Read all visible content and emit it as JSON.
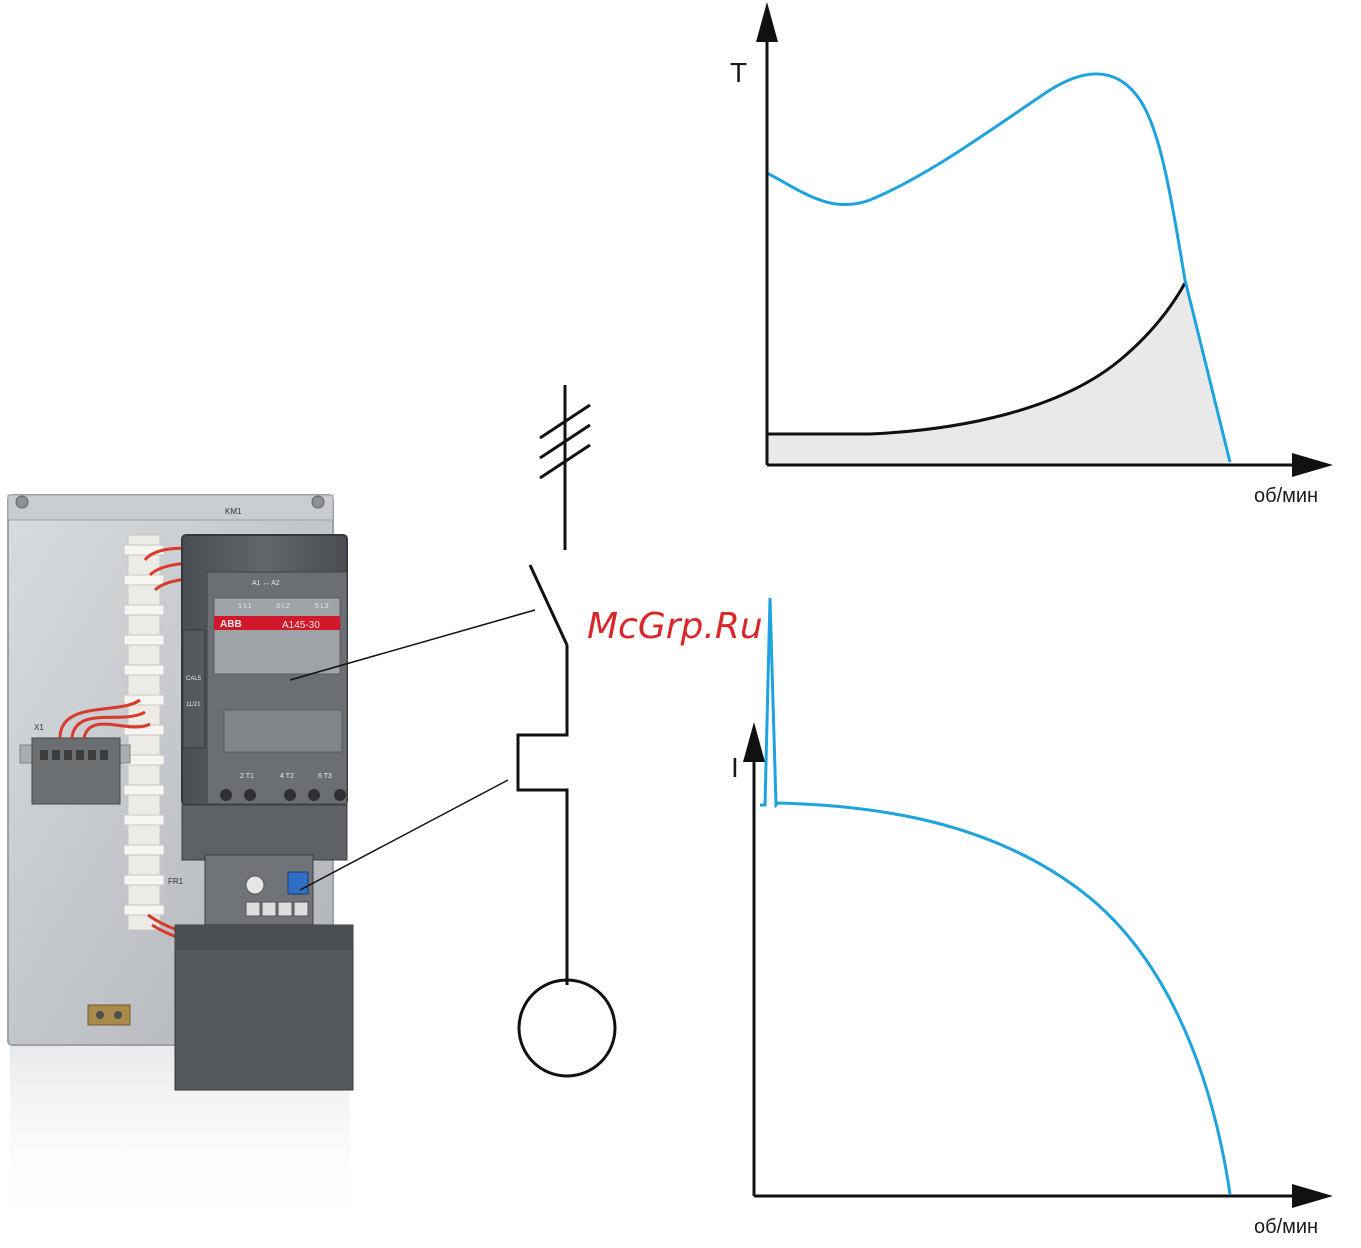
{
  "watermark": "McGrp.Ru",
  "torque_chart": {
    "y_label": "T",
    "x_label": "об/мин"
  },
  "current_chart": {
    "y_label": "I",
    "x_label": "об/мин"
  },
  "device": {
    "brand": "ABB",
    "model": "A145-30",
    "enclosure_tag": "KM1",
    "terminal_tag": "X1",
    "relay_tag": "FR1",
    "coil_terminals": "A1 ↔ A2",
    "top_terminals": [
      "1 L1",
      "3 L2",
      "5 L3"
    ],
    "bottom_terminals": [
      "2 T1",
      "4 T2",
      "6 T3"
    ],
    "aux_labels": [
      "CAL5",
      "11/21"
    ]
  },
  "colors": {
    "motor_curve": "#1fa3df",
    "load_curve": "#111111",
    "load_fill": "#e9e9e9",
    "axes": "#111111",
    "watermark": "#d8282c",
    "brand_stripe": "#d0182a"
  }
}
